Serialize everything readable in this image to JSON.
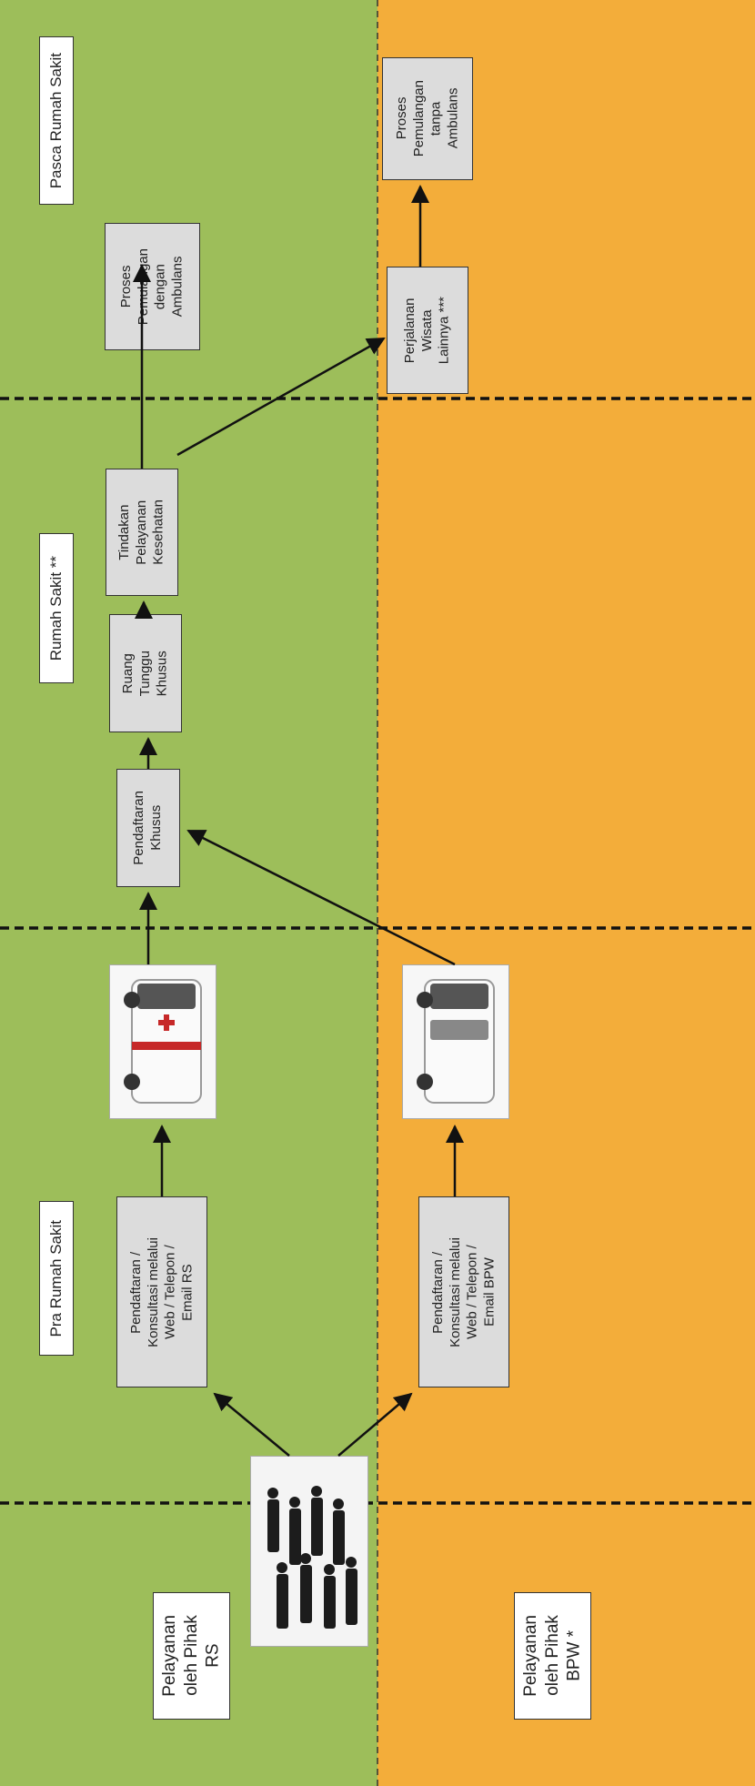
{
  "colors": {
    "rs_lane": "#9dbe5a",
    "bpw_lane": "#f3ad3a",
    "box_fill": "#dcdcdc"
  },
  "lanes": {
    "rs": {
      "label": "Pelayanan\noleh Pihak\nRS"
    },
    "bpw": {
      "label": "Pelayanan\noleh Pihak\nBPW *"
    }
  },
  "phases": {
    "pra": "Pra Rumah Sakit",
    "rs": "Rumah Sakit **",
    "pasca": "Pasca Rumah Sakit"
  },
  "nodes": {
    "reg_rs": "Pendaftaran /\nKonsultasi melalui\nWeb / Telepon /\nEmail RS",
    "reg_bpw": "Pendaftaran /\nKonsultasi melalui\nWeb / Telepon /\nEmail BPW",
    "pendaftaran_khusus": "Pendaftaran\nKhusus",
    "ruang_tunggu": "Ruang\nTunggu\nKhusus",
    "tindakan": "Tindakan\nPelayanan\nKesehatan",
    "pemulangan_ambulans": "Proses\nPemulangan\ndengan\nAmbulans",
    "perjalanan": "Perjalanan\nWisata\nLainnya ***",
    "pemulangan_tanpa": "Proses\nPemulangan\ntanpa\nAmbulans"
  },
  "images": {
    "group": "people-group-photo",
    "ambulance": "ambulance-photo",
    "van": "van-photo"
  }
}
